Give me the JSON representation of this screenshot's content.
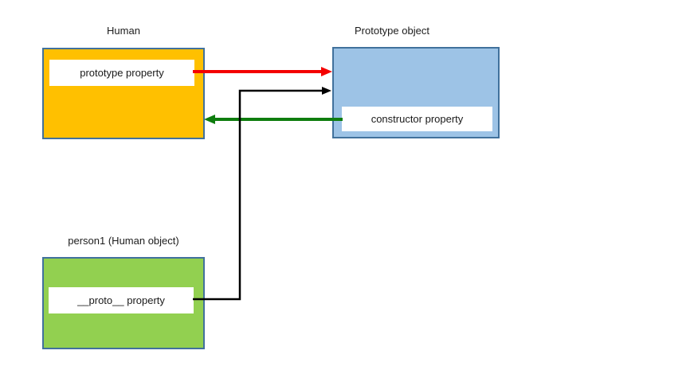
{
  "diagram": {
    "title": "",
    "nodes": [
      {
        "id": "human",
        "label": "Human",
        "inner_label": "prototype property",
        "fill": "#FFC000",
        "border": "#41719C"
      },
      {
        "id": "prototype-object",
        "label": "Prototype object",
        "inner_label": "constructor property",
        "fill": "#9DC3E6",
        "border": "#41719C"
      },
      {
        "id": "person1",
        "label": "person1 (Human object)",
        "inner_label": "__proto__ property",
        "fill": "#92D050",
        "border": "#41719C"
      }
    ],
    "edges": [
      {
        "name": "prototype-arrow",
        "from": "Human.prototype property",
        "to": "Prototype object",
        "color": "#f40000",
        "style": "straight"
      },
      {
        "name": "constructor-arrow",
        "from": "Prototype object.constructor property",
        "to": "Human",
        "color": "#0e7d0e",
        "style": "straight"
      },
      {
        "name": "proto-link-arrow",
        "from": "person1.__proto__ property",
        "to": "Prototype object",
        "color": "#000000",
        "style": "elbow"
      }
    ]
  }
}
